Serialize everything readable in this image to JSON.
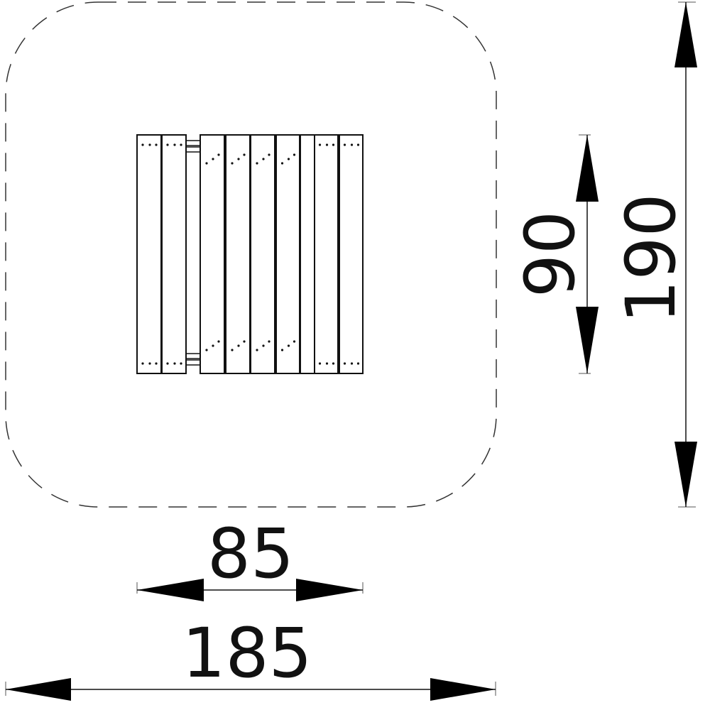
{
  "dimensions": {
    "safety_zone_width": "185",
    "equipment_width": "85",
    "safety_zone_height": "190",
    "equipment_height": "90"
  },
  "plank_count": 9,
  "colors": {
    "line": "#111111",
    "arrow": "#000000",
    "background": "#ffffff"
  }
}
